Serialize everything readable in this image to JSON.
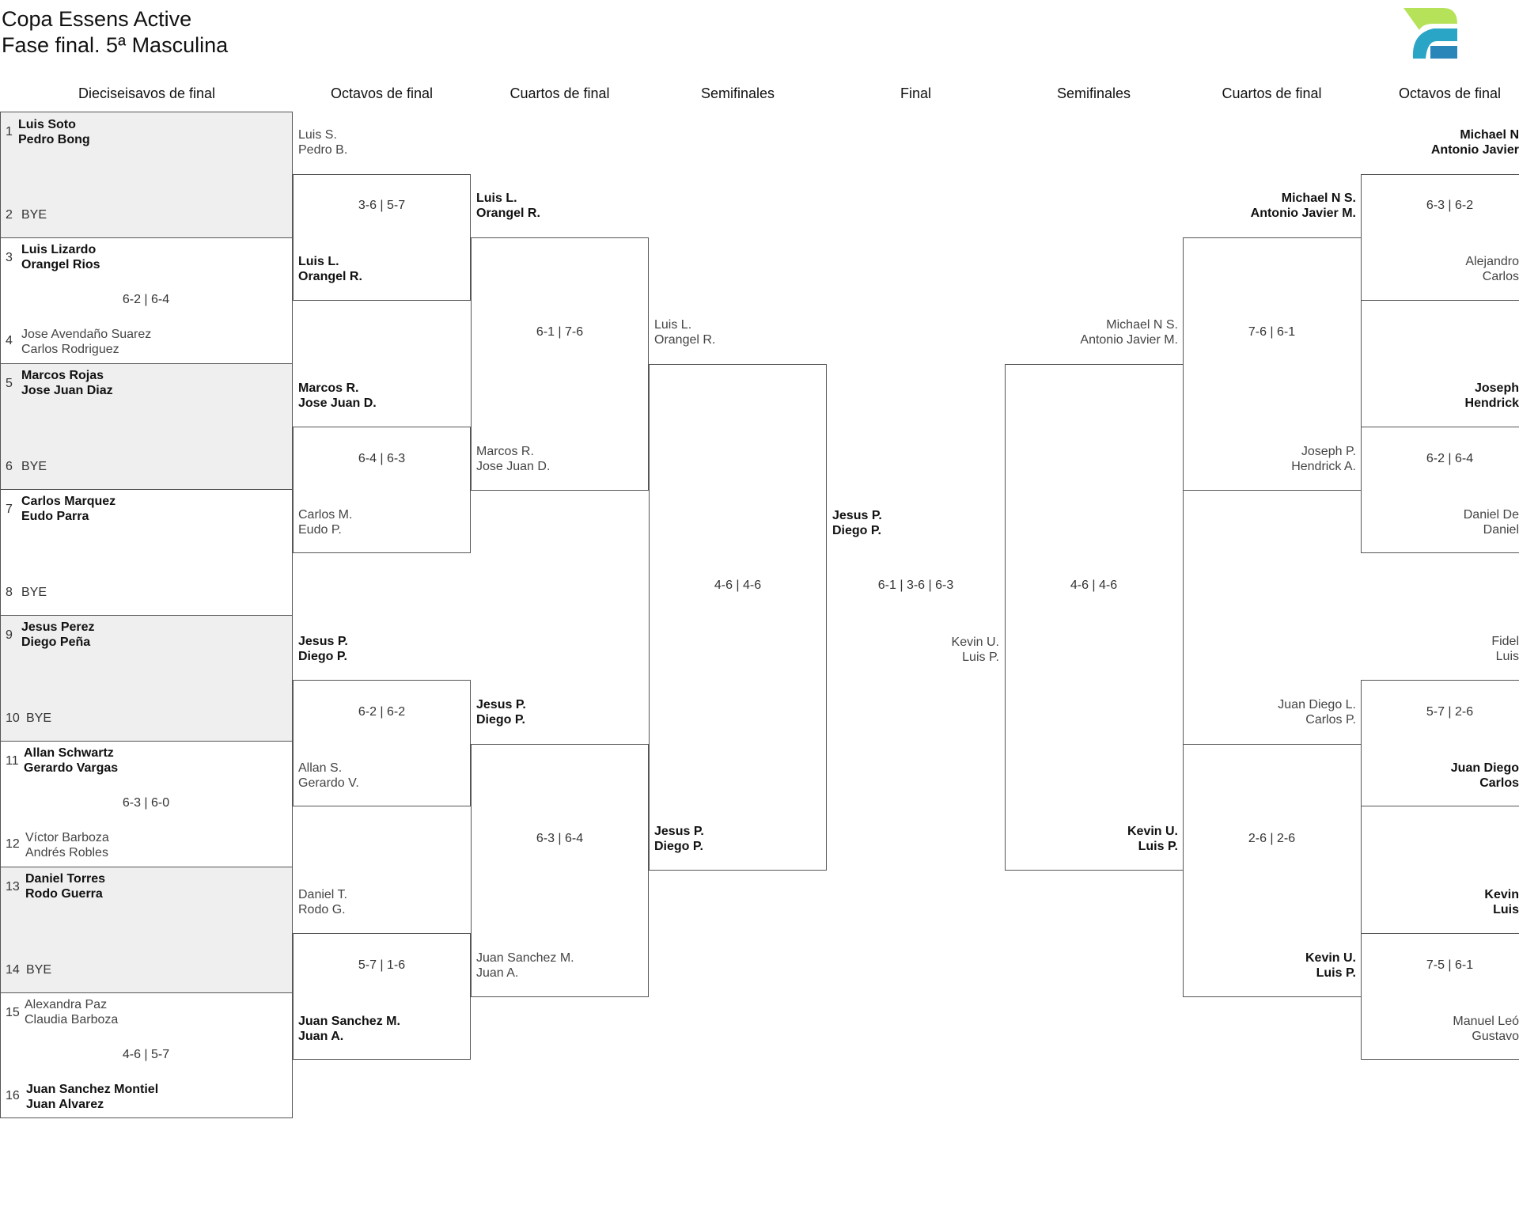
{
  "header": {
    "title": "Copa Essens Active",
    "subtitle": "Fase final. 5ª Masculina",
    "logo_icon": "brand-logo-icon",
    "logo_colors": [
      "#b6e25a",
      "#27a6c8",
      "#2a86b8"
    ]
  },
  "rounds": {
    "r32": "Dieciseisavos de final",
    "r16": "Octavos de final",
    "qf": "Cuartos de final",
    "sf": "Semifinales",
    "final": "Final",
    "sf_right": "Semifinales",
    "qf_right": "Cuartos de final",
    "r16_right": "Octavos de final"
  },
  "r32": {
    "seeds": [
      "1",
      "2",
      "3",
      "4",
      "5",
      "6",
      "7",
      "8",
      "9",
      "10",
      "11",
      "12",
      "13",
      "14",
      "15",
      "16"
    ],
    "bye": "BYE",
    "teams": {
      "s1": [
        "Luis Soto",
        "Pedro Bong"
      ],
      "s3": [
        "Luis Lizardo",
        "Orangel Rios"
      ],
      "s4": [
        "Jose Avendaño Suarez",
        "Carlos Rodriguez"
      ],
      "s5": [
        "Marcos Rojas",
        "Jose Juan Diaz"
      ],
      "s7": [
        "Carlos Marquez",
        "Eudo Parra"
      ],
      "s9": [
        "Jesus Perez",
        "Diego Peña"
      ],
      "s11": [
        "Allan Schwartz",
        "Gerardo Vargas"
      ],
      "s12": [
        "Víctor Barboza",
        "Andrés Robles"
      ],
      "s13": [
        "Daniel Torres",
        "Rodo Guerra"
      ],
      "s15": [
        "Alexandra Paz",
        "Claudia Barboza"
      ],
      "s16": [
        "Juan Sanchez Montiel",
        "Juan Alvarez"
      ]
    },
    "scores": [
      "6-2 | 6-4",
      "6-3 | 6-0",
      "4-6 | 5-7"
    ]
  },
  "left": {
    "r16_teams": {
      "a": [
        "Luis S.",
        "Pedro B."
      ],
      "b": [
        "Luis L.",
        "Orangel R."
      ],
      "c": [
        "Marcos R.",
        "Jose Juan D."
      ],
      "d": [
        "Carlos M.",
        "Eudo P."
      ],
      "e": [
        "Jesus P.",
        "Diego P."
      ],
      "f": [
        "Allan S.",
        "Gerardo V."
      ],
      "g": [
        "Daniel T.",
        "Rodo G."
      ],
      "h": [
        "Juan Sanchez M.",
        "Juan A."
      ]
    },
    "r16_scores": [
      "3-6 | 5-7",
      "6-4 | 6-3",
      "6-2 | 6-2",
      "5-7 | 1-6"
    ],
    "qf_teams": {
      "a": [
        "Luis L.",
        "Orangel R."
      ],
      "b": [
        "Marcos R.",
        "Jose Juan D."
      ],
      "c": [
        "Jesus P.",
        "Diego P."
      ],
      "d": [
        "Juan Sanchez M.",
        "Juan A."
      ]
    },
    "qf_scores": [
      "6-1 | 7-6",
      "6-3 | 6-4"
    ],
    "sf_teams": {
      "a": [
        "Luis L.",
        "Orangel R."
      ],
      "b": [
        "Jesus P.",
        "Diego P."
      ]
    },
    "sf_score": "4-6 | 4-6"
  },
  "final": {
    "top": [
      "Jesus P.",
      "Diego P."
    ],
    "bottom": [
      "Kevin U.",
      "Luis P."
    ],
    "score": "6-1 | 3-6 | 6-3"
  },
  "right": {
    "sf_teams": {
      "a": [
        "Michael N S.",
        "Antonio Javier M."
      ],
      "b": [
        "Kevin U.",
        "Luis P."
      ]
    },
    "sf_score": "4-6 | 4-6",
    "qf_teams": {
      "a": [
        "Michael N S.",
        "Antonio Javier M."
      ],
      "b": [
        "Joseph P.",
        "Hendrick A."
      ],
      "c": [
        "Juan Diego L.",
        "Carlos P."
      ],
      "d": [
        "Kevin U.",
        "Luis P."
      ]
    },
    "qf_scores": [
      "7-6 | 6-1",
      "2-6 | 2-6"
    ],
    "r16_teams": {
      "a": [
        "Michael N",
        "Antonio Javier"
      ],
      "b": [
        "Alejandro",
        "Carlos"
      ],
      "c": [
        "Joseph",
        "Hendrick"
      ],
      "d": [
        "Daniel De",
        "Daniel"
      ],
      "e": [
        "Fidel",
        "Luis"
      ],
      "f": [
        "Juan Diego",
        "Carlos"
      ],
      "g": [
        "Kevin",
        "Luis"
      ],
      "h": [
        "Manuel Leó",
        "Gustavo"
      ]
    },
    "r16_scores": [
      "6-3 | 6-2",
      "6-2 | 6-4",
      "5-7 | 2-6",
      "7-5 | 6-1"
    ]
  }
}
